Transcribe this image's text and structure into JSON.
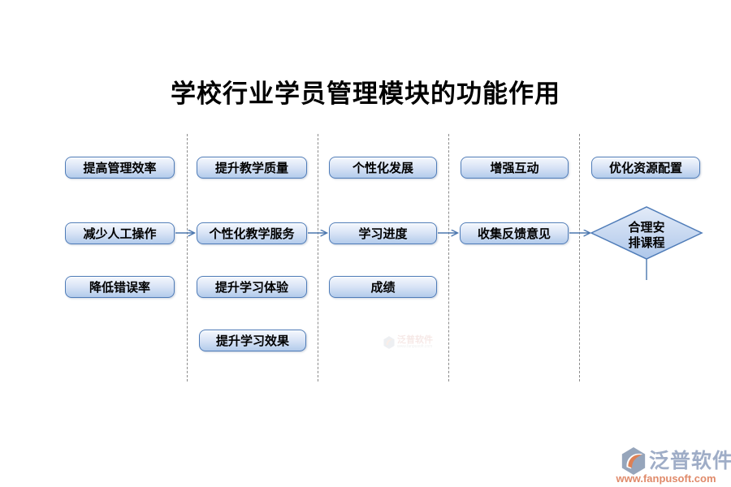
{
  "title": "学校行业学员管理模块的功能作用",
  "columns": [
    {
      "items": [
        "提高管理效率",
        "减少人工操作",
        "降低错误率"
      ]
    },
    {
      "items": [
        "提升教学质量",
        "个性化教学服务",
        "提升学习体验",
        "提升学习效果"
      ]
    },
    {
      "items": [
        "个性化发展",
        "学习进度",
        "成绩"
      ]
    },
    {
      "items": [
        "增强互动",
        "收集反馈意见"
      ]
    },
    {
      "items": [
        "优化资源配置"
      ]
    }
  ],
  "diamond": {
    "line1": "合理安",
    "line2": "排课程"
  },
  "flow_sequence": [
    "减少人工操作",
    "个性化教学服务",
    "学习进度",
    "收集反馈意见",
    "合理安排课程"
  ],
  "watermark": {
    "brand": "泛普软件",
    "url": "www.fanpusoft.com"
  },
  "vendor": {
    "brand": "泛普软件",
    "url": "www.fanpusoft.com"
  },
  "colors": {
    "box_border": "#4f7cb8",
    "box_fill_top": "#f5f8fd",
    "box_fill_bottom": "#b3cbeb",
    "arrow": "#4a76ae",
    "divider": "#8c8c8c",
    "vendor_blue": "#9fadc7",
    "vendor_orange": "#e08a6a"
  }
}
